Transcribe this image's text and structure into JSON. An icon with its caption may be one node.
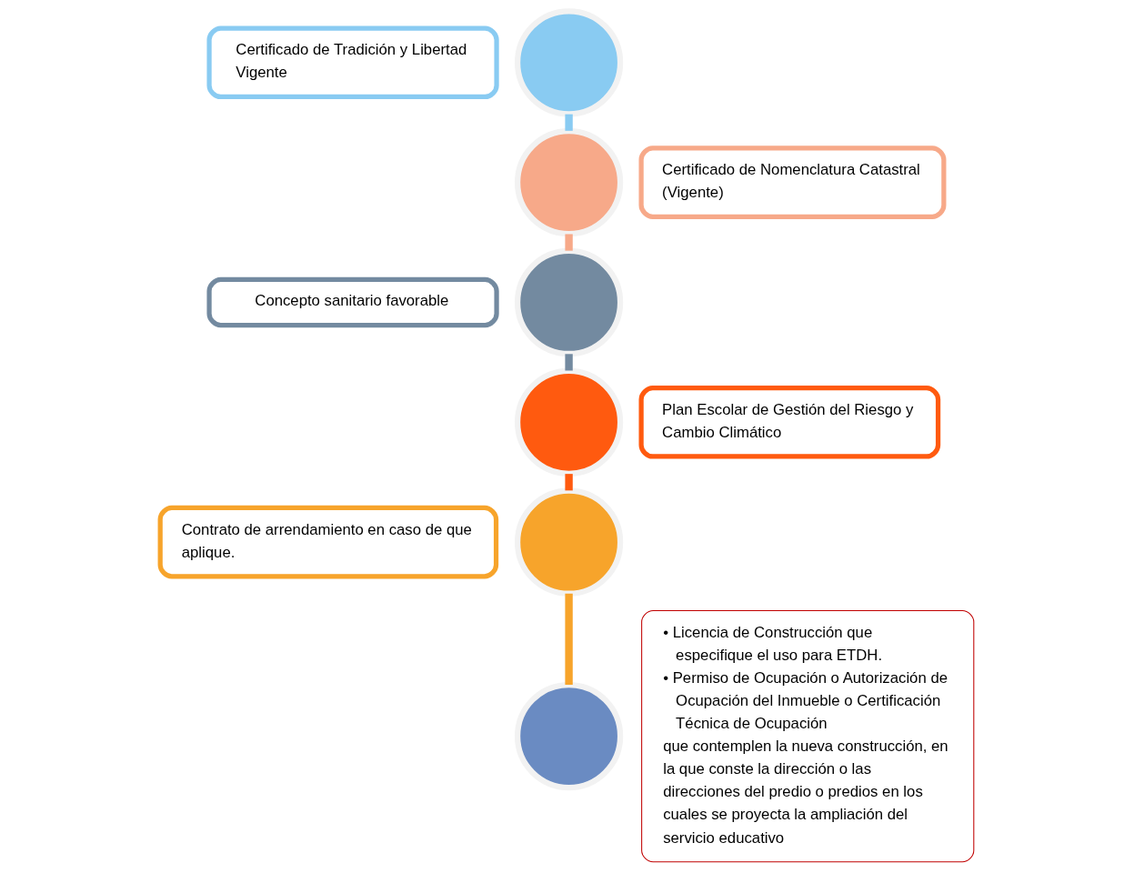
{
  "diagram": {
    "nodes": [
      {
        "text": [
          "Certificado de Tradición y Libertad Vigente"
        ]
      },
      {
        "text": [
          "Certificado de Nomenclatura Catastral (Vigente)"
        ]
      },
      {
        "text": [
          "Concepto sanitario favorable"
        ]
      },
      {
        "text": [
          "Plan Escolar de Gestión del Riesgo y Cambio Climático"
        ]
      },
      {
        "text": [
          "Contrato de arrendamiento en caso de que aplique."
        ]
      },
      {
        "text": [
          "• Licencia de Construcción que especifique el uso para ETDH.",
          "• Permiso de Ocupación o Autorización de Ocupación del Inmueble o Certificación Técnica de Ocupación",
          "que contemplen la nueva construcción, en la que conste la dirección o las direcciones del predio o predios en los cuales se proyecta la ampliación del servicio educativo"
        ]
      },
      {
        "text": [],
        "shape": "circle"
      },
      {
        "text": [],
        "shape": "circle"
      },
      {
        "text": [],
        "shape": "circle"
      },
      {
        "text": [],
        "shape": "circle"
      },
      {
        "text": [],
        "shape": "circle"
      },
      {
        "text": [],
        "shape": "circle"
      }
    ],
    "edges": [
      {
        "from": 6,
        "to": 7,
        "arrow": "none",
        "color": "#89cbf2"
      },
      {
        "from": 7,
        "to": 8,
        "arrow": "none",
        "color": "#f7a989"
      },
      {
        "from": 8,
        "to": 9,
        "arrow": "none",
        "color": "#738aa0"
      },
      {
        "from": 9,
        "to": 10,
        "arrow": "none",
        "color": "#ff5a0f"
      },
      {
        "from": 10,
        "to": 11,
        "arrow": "none",
        "color": "#f7a42b"
      }
    ]
  }
}
